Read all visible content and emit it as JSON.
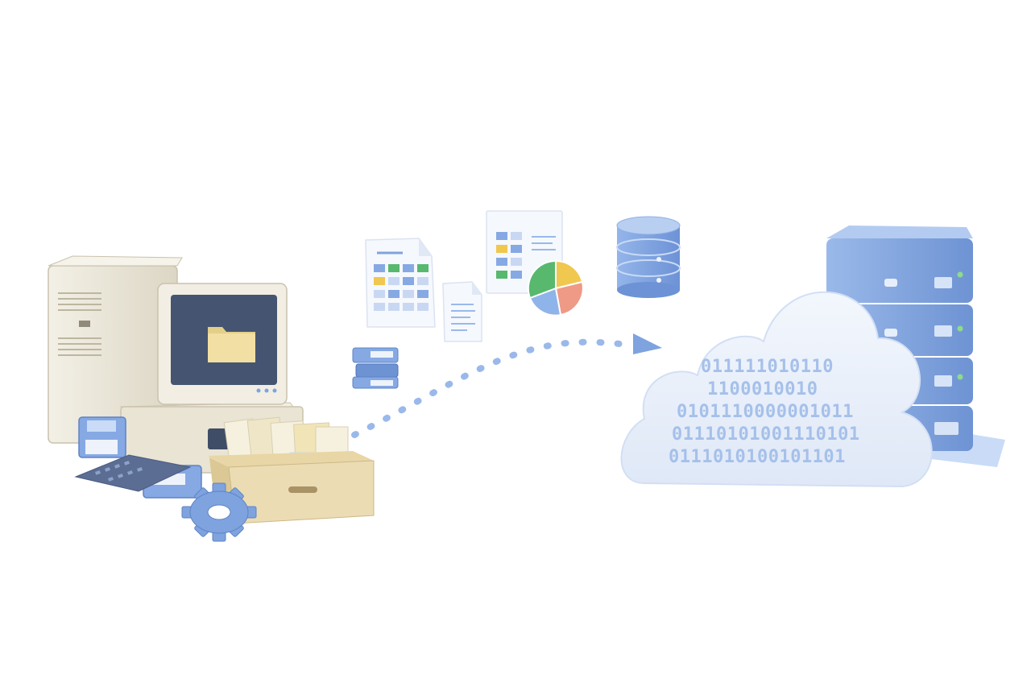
{
  "scene": {
    "description_free": true,
    "binary_lines": [
      "0111110101​10",
      "1100010010",
      "0101110000001011",
      "01110101001110101",
      "0111010100101101"
    ],
    "colors": {
      "accent_blue": "#7ea3de",
      "dark_blue": "#4f73b8",
      "beige": "#ece7d6",
      "cloud": "#e9f0fb",
      "folder": "#f1dfa3",
      "crate": "#ecdcb3",
      "chart_green": "#58b86e",
      "chart_yellow": "#f0c74f",
      "chart_red": "#ee9a86",
      "chart_blue": "#8fb4ea"
    },
    "icons": [
      "desktop-computer-icon",
      "folder-icon",
      "floppy-disk-icon",
      "keyboard-icon",
      "gear-icon",
      "file-box-icon",
      "spreadsheet-document-icon",
      "text-document-icon",
      "pie-chart-report-icon",
      "database-icon",
      "cloud-icon",
      "server-rack-icon",
      "arrow-icon"
    ]
  }
}
